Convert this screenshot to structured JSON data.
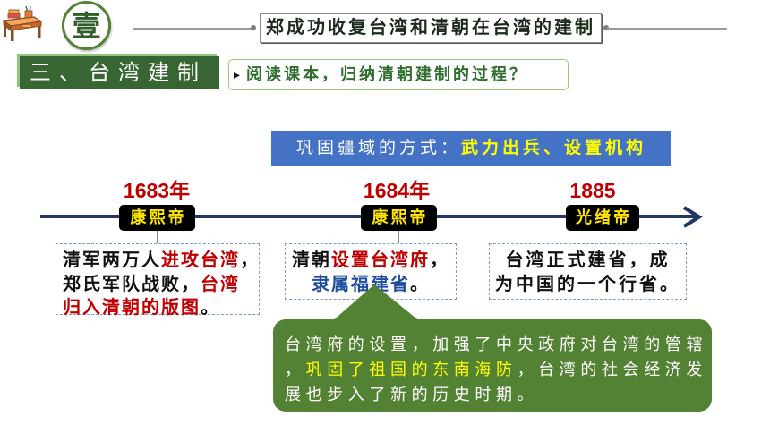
{
  "header": {
    "icon": "desk-icon",
    "section_number": "壹",
    "title": "郑成功收复台湾和清朝在台湾的建制"
  },
  "subsection": {
    "label": "三、台湾建制",
    "prompt_marker": "▸",
    "prompt": "阅读课本，归纳清朝建制的过程？"
  },
  "method_box": {
    "label": "巩固疆域的方式：",
    "value": "武力出兵、设置机构"
  },
  "timeline": {
    "events": [
      {
        "year": "1683年",
        "emperor": "康熙帝",
        "description": [
          [
            {
              "text": "清军两万人"
            },
            {
              "text": "进攻台湾",
              "color": "#C00000"
            },
            {
              "text": "，"
            }
          ],
          [
            {
              "text": "郑氏军队战败，"
            },
            {
              "text": "台湾",
              "color": "#C00000"
            }
          ],
          [
            {
              "text": "归入清朝的版图",
              "color": "#C00000"
            },
            {
              "text": "。"
            }
          ]
        ]
      },
      {
        "year": "1684年",
        "emperor": "康熙帝",
        "description": [
          [
            {
              "text": "清朝"
            },
            {
              "text": "设置台湾府",
              "color": "#C00000"
            },
            {
              "text": "，"
            }
          ],
          [
            {
              "text": "隶属福建省",
              "color": "#1F4E9E"
            },
            {
              "text": "。"
            }
          ]
        ]
      },
      {
        "year": "1885",
        "emperor": "光绪帝",
        "description": [
          [
            {
              "text": "台湾正式建省，成"
            }
          ],
          [
            {
              "text": "为中国的一个行省。"
            }
          ]
        ]
      }
    ]
  },
  "callout": {
    "lines": [
      [
        {
          "text": "台湾府的设置，加强了中央政府对台湾的管辖"
        }
      ],
      [
        {
          "text": "，"
        },
        {
          "text": "巩固了祖国的东南海防",
          "color": "#FFFF00"
        },
        {
          "text": "，台湾的社会经济发"
        }
      ],
      [
        {
          "text": "展也步入了新的历史时期。"
        }
      ]
    ]
  },
  "colors": {
    "year_red": "#C00000",
    "highlight_red": "#C00000",
    "highlight_blue": "#1F4E9E",
    "highlight_yellow": "#FFFF00",
    "emperor_label_text": "#FFE600",
    "emperor_label_fill": "#000000",
    "timeline_navy": "#1F3864",
    "method_box_fill": "#4472C4",
    "banner_green": "#386633",
    "callout_green": "#548235",
    "prompt_text_green": "#2F6E2F"
  }
}
